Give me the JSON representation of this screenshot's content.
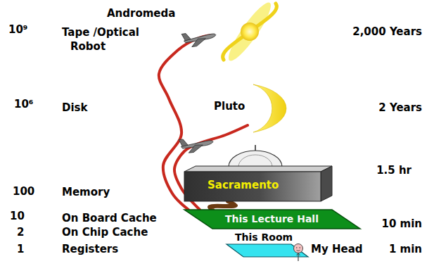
{
  "diagram": {
    "nodes": [
      {
        "text": [
          "Andromeda"
        ]
      },
      {
        "text": [
          "Pluto"
        ]
      },
      {
        "text": [
          "Sacramento"
        ]
      },
      {
        "text": [
          "This Lecture Hall"
        ]
      },
      {
        "text": [
          "This Room"
        ]
      },
      {
        "text": [
          "My Head"
        ]
      }
    ],
    "edges": [
      {
        "from": 3,
        "to": 0,
        "arrow": "none"
      },
      {
        "from": 3,
        "to": 1,
        "arrow": "none"
      },
      {
        "from": 2,
        "to": 3,
        "arrow": "none"
      }
    ],
    "labels": [
      "10⁹",
      "Tape /Optical Robot",
      "2,000 Years",
      "10⁶",
      "Disk",
      "2 Years",
      "1.5 hr",
      "100",
      "Memory",
      "10",
      "On Board Cache",
      "10 min",
      "2",
      "On Chip Cache",
      "1",
      "Registers",
      "1 min"
    ]
  }
}
